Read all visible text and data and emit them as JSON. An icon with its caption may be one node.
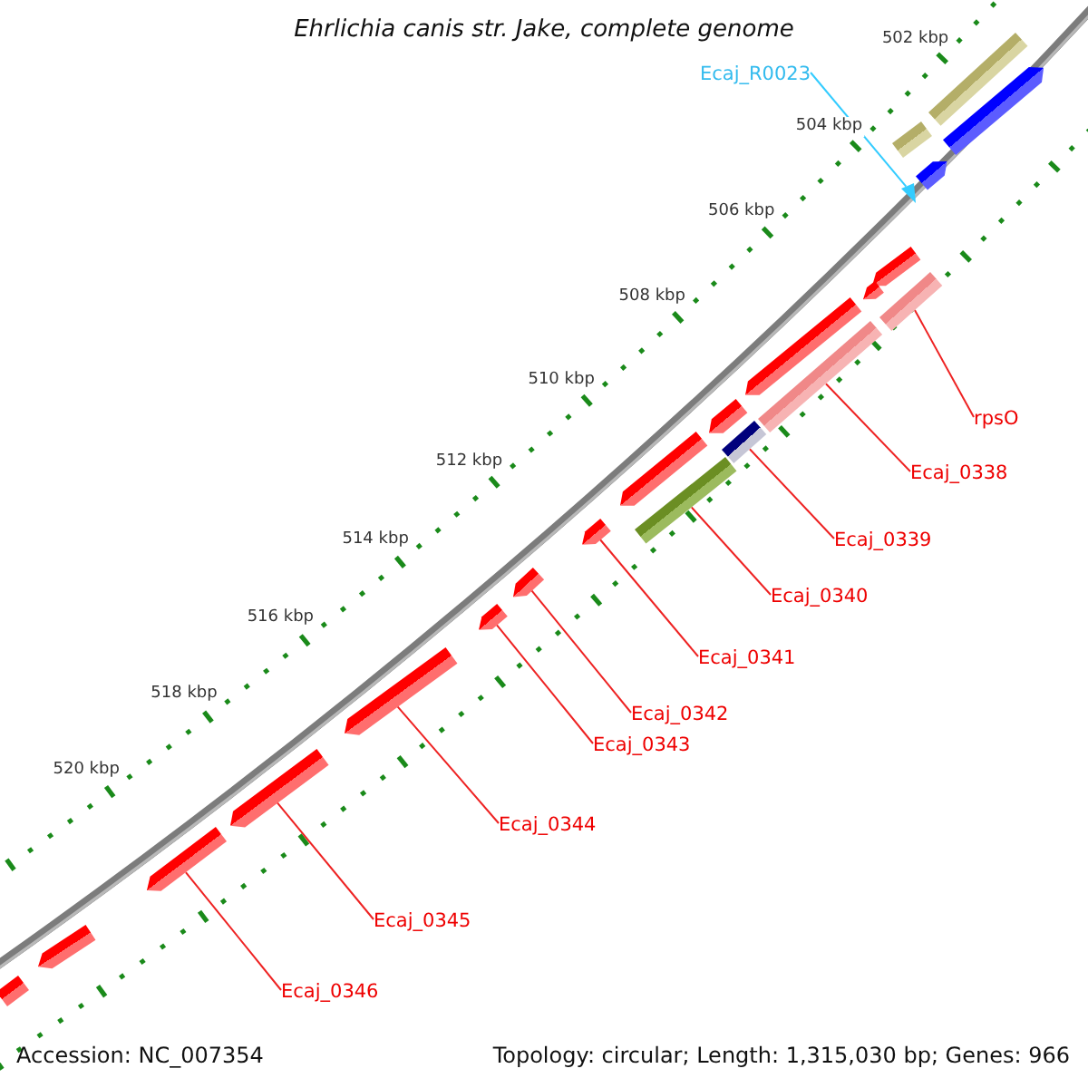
{
  "diagram": {
    "title": "Ehrlichia canis str. Jake, complete genome",
    "nodes": [
      {
        "text": [
          "Ecaj_R0023"
        ]
      },
      {
        "text": [
          "rpsO"
        ]
      },
      {
        "text": [
          "Ecaj_0338"
        ]
      },
      {
        "text": [
          "Ecaj_0339"
        ]
      },
      {
        "text": [
          "Ecaj_0340"
        ]
      },
      {
        "text": [
          "Ecaj_0341"
        ]
      },
      {
        "text": [
          "Ecaj_0342"
        ]
      },
      {
        "text": [
          "Ecaj_0343"
        ]
      },
      {
        "text": [
          "Ecaj_0344"
        ]
      },
      {
        "text": [
          "Ecaj_0345"
        ]
      },
      {
        "text": [
          "Ecaj_0346"
        ]
      },
      {
        "text": [],
        "shape": "bar"
      },
      {
        "text": [],
        "shape": "pentagon"
      },
      {
        "text": [],
        "shape": "bar"
      },
      {
        "text": [],
        "shape": "pentagon"
      },
      {
        "text": [],
        "shape": "triangle"
      },
      {
        "text": [],
        "shape": "pentagon"
      },
      {
        "text": [],
        "shape": "pentagon"
      },
      {
        "text": [],
        "shape": "bar"
      },
      {
        "text": [],
        "shape": "pentagon"
      },
      {
        "text": [],
        "shape": "bar"
      },
      {
        "text": [],
        "shape": "pentagon"
      },
      {
        "text": [],
        "shape": "bar"
      },
      {
        "text": [],
        "shape": "pentagon"
      },
      {
        "text": [],
        "shape": "bar"
      },
      {
        "text": [],
        "shape": "pentagon"
      },
      {
        "text": [],
        "shape": "pentagon"
      },
      {
        "text": [],
        "shape": "pentagon"
      },
      {
        "text": [],
        "shape": "pentagon"
      },
      {
        "text": [],
        "shape": "pentagon"
      },
      {
        "text": [],
        "shape": "pentagon"
      },
      {
        "text": [],
        "shape": "pentagon"
      },
      {
        "text": [],
        "shape": "bar"
      }
    ],
    "edges": [
      {
        "from": 0,
        "to": 15,
        "arrow": "none",
        "color": "#33ccff"
      },
      {
        "from": 1,
        "to": 18,
        "arrow": "none"
      },
      {
        "from": 2,
        "to": 20,
        "arrow": "none"
      },
      {
        "from": 3,
        "to": 22,
        "arrow": "none"
      },
      {
        "from": 4,
        "to": 24,
        "arrow": "none"
      },
      {
        "from": 5,
        "to": 25,
        "arrow": "none"
      },
      {
        "from": 6,
        "to": 26,
        "arrow": "none"
      },
      {
        "from": 7,
        "to": 27,
        "arrow": "none"
      },
      {
        "from": 8,
        "to": 28,
        "arrow": "none"
      },
      {
        "from": 9,
        "to": 29,
        "arrow": "none"
      },
      {
        "from": 10,
        "to": 30,
        "arrow": "none"
      }
    ],
    "labels": [
      "502 kbp",
      "504 kbp",
      "506 kbp",
      "508 kbp",
      "510 kbp",
      "512 kbp",
      "514 kbp",
      "516 kbp",
      "518 kbp",
      "520 kbp",
      "Accession: NC_007354",
      "Topology: circular; Length: 1,315,030 bp; Genes: 966"
    ]
  }
}
